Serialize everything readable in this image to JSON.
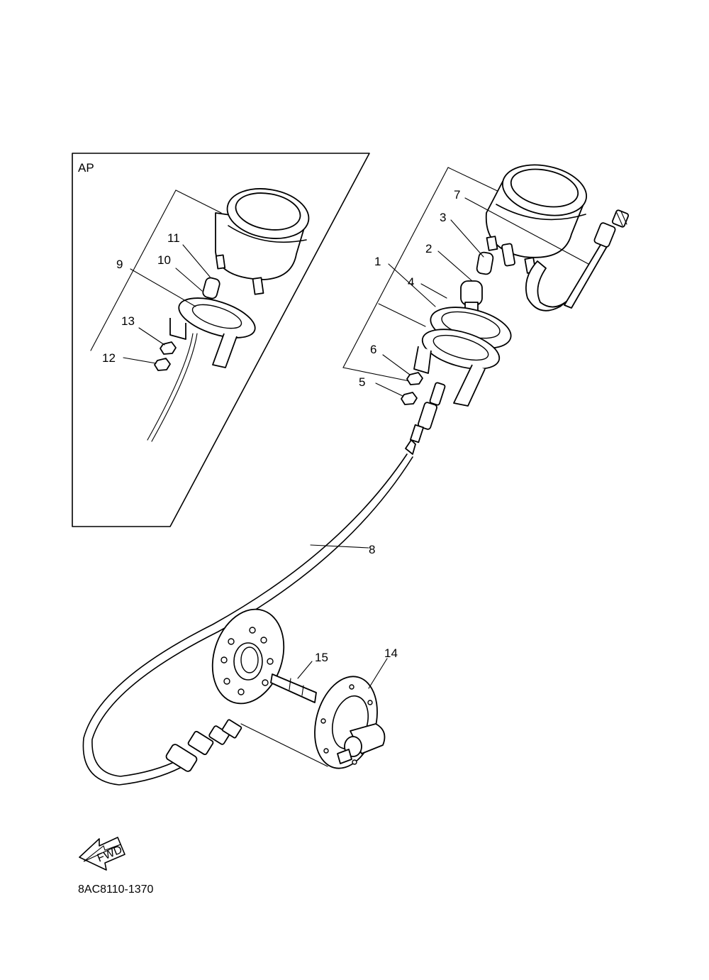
{
  "inset": {
    "label": "AP"
  },
  "callouts": {
    "c1": "1",
    "c2": "2",
    "c3": "3",
    "c4": "4",
    "c5": "5",
    "c6": "6",
    "c7": "7",
    "c8": "8",
    "c9": "9",
    "c10": "10",
    "c11": "11",
    "c12": "12",
    "c13": "13",
    "c14": "14",
    "c15": "15"
  },
  "fwd_arrow": {
    "label": "FWD",
    "icon": "fwd-arrow-icon"
  },
  "drawing_code": "8AC8110-1370"
}
